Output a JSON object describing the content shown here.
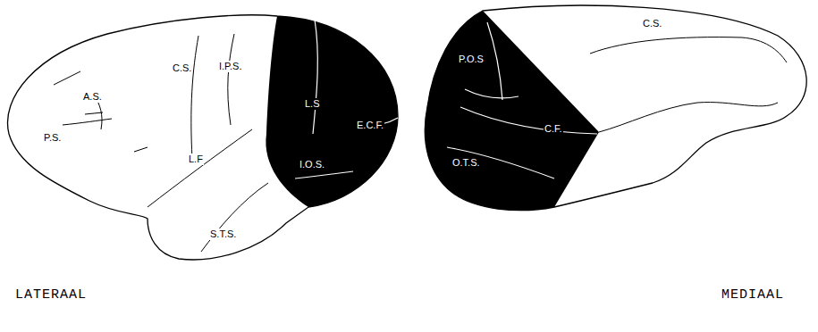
{
  "diagram": {
    "labels": [
      "A.S.",
      "P.S.",
      "C.S.",
      "I.P.S.",
      "L.F",
      "S.T.S.",
      "L.S",
      "E.C.F.",
      "I.O.S.",
      "P.O.S",
      "C.F.",
      "O.T.S.",
      "C.S.",
      "LATERAAL",
      "MEDIAAL"
    ]
  }
}
